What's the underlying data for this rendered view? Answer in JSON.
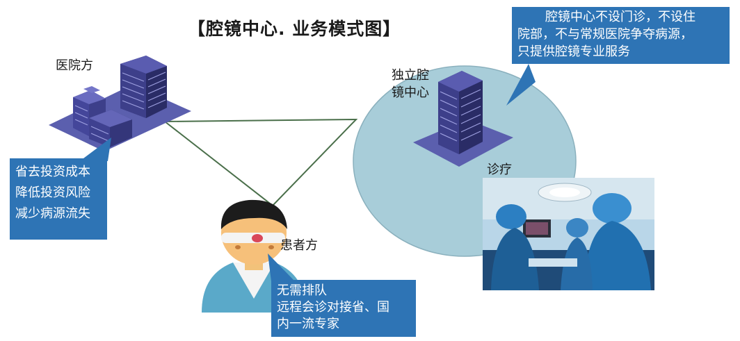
{
  "title": "【腔镜中心. 业务模式图】",
  "nodes": {
    "hospital": {
      "label": "医院方"
    },
    "center": {
      "label_line1": "独立腔",
      "label_line2": "镜中心"
    },
    "patient": {
      "label": "患者方"
    },
    "treatment": {
      "label": "诊疗"
    }
  },
  "callouts": {
    "hospital": {
      "lines": [
        "省去投资成本",
        "降低投资风险",
        "减少病源流失"
      ]
    },
    "center": {
      "lines": [
        "腔镜中心不设门诊，不设住",
        "院部，不与常规医院争夺病源，",
        "只提供腔镜专业服务"
      ]
    },
    "patient": {
      "lines": [
        "无需排队",
        "远程会诊对接省、国",
        "内一流专家"
      ]
    }
  },
  "colors": {
    "callout_bg": "#2e74b5",
    "circle_fill": "#a8cdd9",
    "building": "#3d3f8a",
    "platform": "#5b5fae",
    "connector": "#4a6f4a"
  }
}
